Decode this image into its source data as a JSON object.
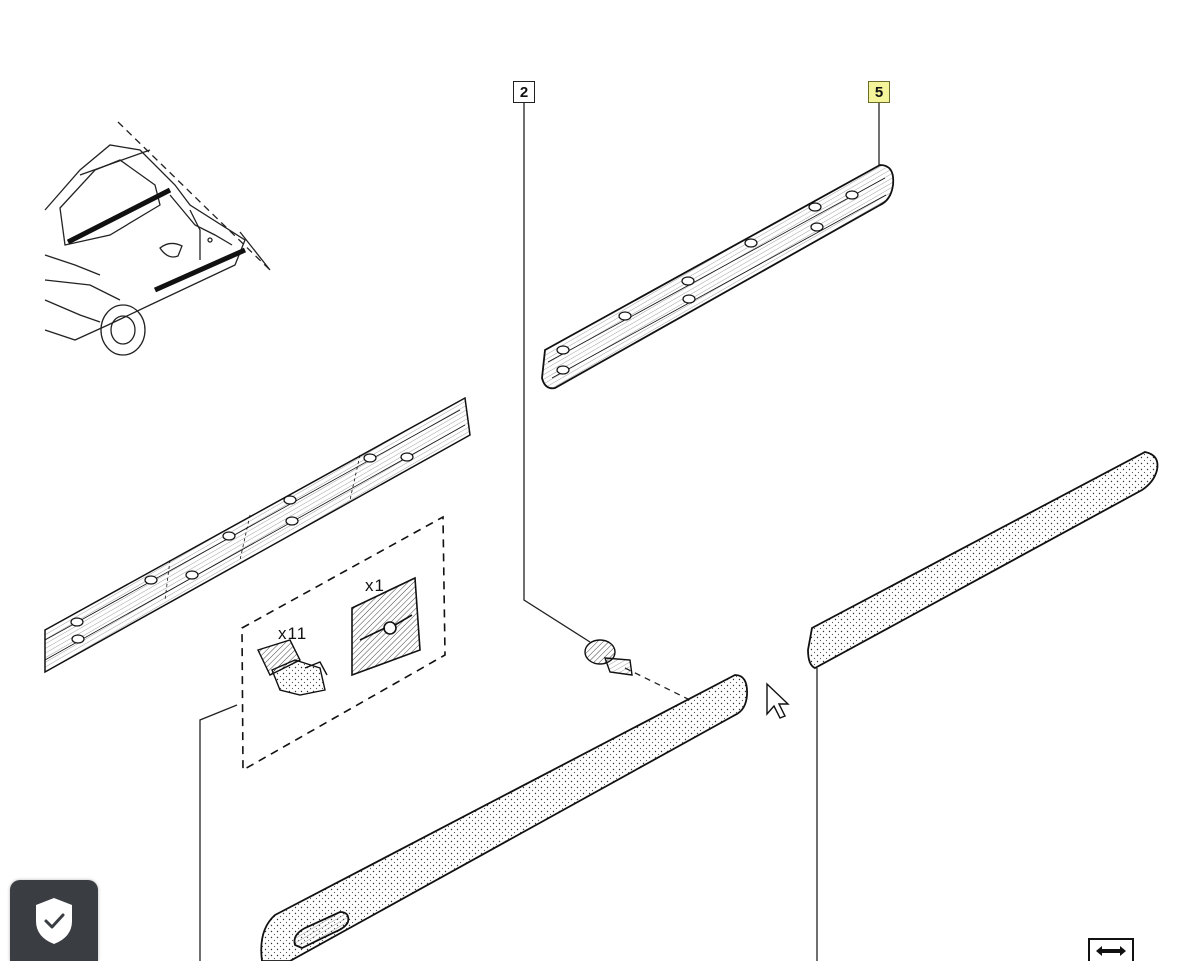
{
  "callouts": {
    "part2": "2",
    "part5": "5"
  },
  "quantities": {
    "clip_qty": "x11",
    "bracket_qty": "x1"
  },
  "colors": {
    "highlight": "#f4f59a",
    "line": "#1a1a1a",
    "badge_bg": "#3a3d42"
  },
  "icons": {
    "badge": "shield-check-icon",
    "toggle": "expand-arrows-icon",
    "cursor": "mouse-pointer-icon"
  }
}
